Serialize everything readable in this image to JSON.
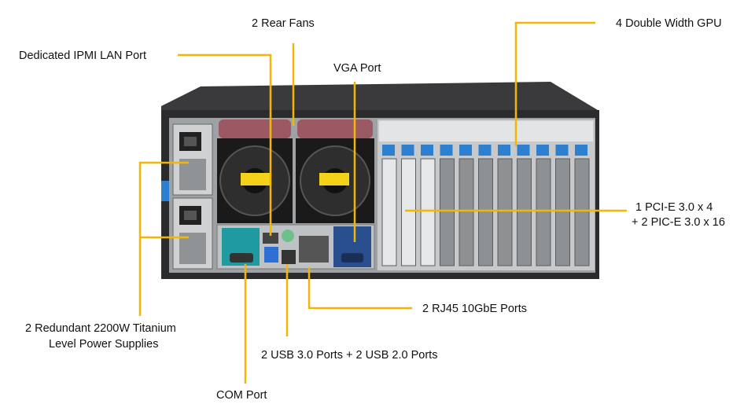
{
  "colors": {
    "callout": "#f2b705",
    "chassis": "#2b2b2d",
    "chassis_top": "#3a3a3c",
    "panel": "#bfc2c4",
    "io_teal": "#1f9aa0",
    "vga_blue": "#2a4f8f",
    "latch_blue": "#2d7fd0",
    "fan_cover": "#9b5a63"
  },
  "labels": {
    "rear_fans": "2 Rear Fans",
    "gpu": "4 Double Width GPU",
    "ipmi": "Dedicated IPMI  LAN Port",
    "vga": "VGA Port",
    "pcie_line1": "1 PCI-E 3.0 x 4",
    "pcie_line2": "+ 2  PIC-E 3.0 x 16",
    "psu_line1": "2 Redundant  2200W Titanium",
    "psu_line2": "Level Power Supplies",
    "rj45": "2 RJ45 10GbE Ports",
    "usb": "2 USB 3.0 Ports + 2 USB 2.0 Ports",
    "com": "COM Port"
  },
  "icons": {
    "fan": "fan-icon",
    "warning": "warning-icon",
    "power_socket": "power-socket-icon"
  }
}
